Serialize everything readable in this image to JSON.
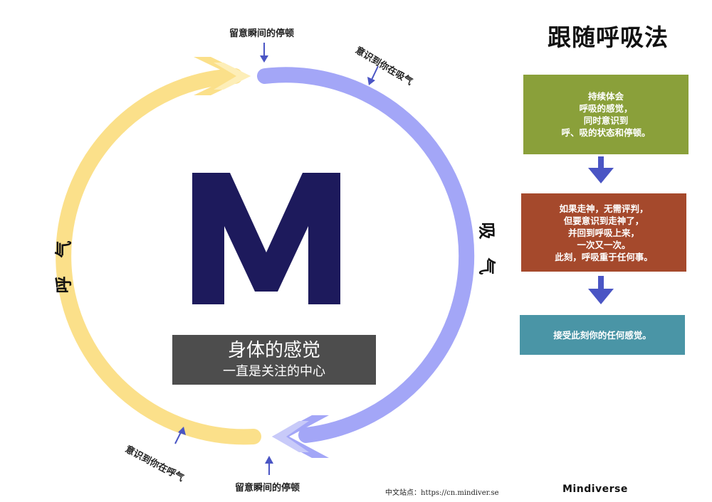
{
  "colors": {
    "exhale_arc": "#fbe08a",
    "inhale_arc": "#a3a6f7",
    "m_letter": "#1d1a5c",
    "pointer_arrow": "#4a55c4",
    "step1_bg": "#8aa03a",
    "step2_bg": "#a5492c",
    "step3_bg": "#4a95a6",
    "flow_arrow": "#4a55c4",
    "center_box_bg": "#4d4d4d"
  },
  "cycle": {
    "top_pause_label": "留意瞬间的停顿",
    "inhale_aware_label": "意识到你在吸气",
    "inhale_side_label": "吸气",
    "exhale_side_label": "呼气",
    "bottom_pause_label": "留意瞬间的停顿",
    "exhale_aware_label": "意识到你在呼气",
    "center_letter": "M",
    "center_box": {
      "line1": "身体的感觉",
      "line2": "一直是关注的中心"
    }
  },
  "panel": {
    "title": "跟随呼吸法",
    "steps": [
      {
        "text": "持续体会\n呼吸的感觉，\n同时意识到\n呼、吸的状态和停顿。"
      },
      {
        "text": "如果走神，无需评判，\n但要意识到走神了，\n并回到呼吸上来，\n一次又一次。\n此刻，呼吸重于任何事。"
      },
      {
        "text": "接受此刻你的任何感觉。"
      }
    ]
  },
  "footer": {
    "site": "中文站点：https://cn.mindiver.se",
    "brand": "Mindiverse"
  }
}
